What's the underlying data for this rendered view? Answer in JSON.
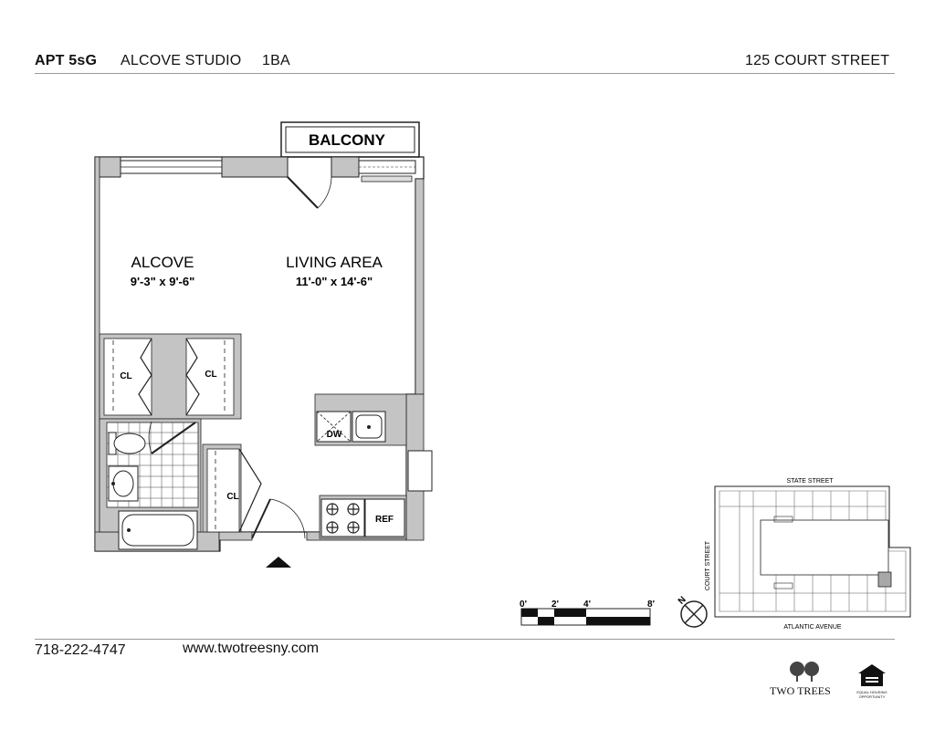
{
  "header": {
    "apt": "APT 5sG",
    "type": "ALCOVE STUDIO",
    "baths": "1BA",
    "address": "125 COURT STREET"
  },
  "floorplan": {
    "balcony": "BALCONY",
    "alcove": {
      "name": "ALCOVE",
      "dims": "9'-3\" x 9'-6\""
    },
    "living": {
      "name": "LIVING AREA",
      "dims": "11'-0\" x 14'-6\""
    },
    "closet_label": "CL",
    "dishwasher": "DW",
    "refrigerator": "REF"
  },
  "scale": {
    "labels": [
      "0'",
      "2'",
      "4'",
      "8'"
    ]
  },
  "keyplan": {
    "north": "N",
    "streets": {
      "north": "STATE STREET",
      "west": "COURT STREET",
      "south": "ATLANTIC AVENUE"
    }
  },
  "footer": {
    "phone": "718-222-4747",
    "website": "www.twotreesny.com",
    "brand": "TWO TREES",
    "eho_text": "EQUAL HOUSING OPPORTUNITY"
  },
  "colors": {
    "wall": "#c4c4c4",
    "line": "#2a2a2a",
    "rule": "#9a9a9a",
    "highlight": "#a8a8a8"
  }
}
